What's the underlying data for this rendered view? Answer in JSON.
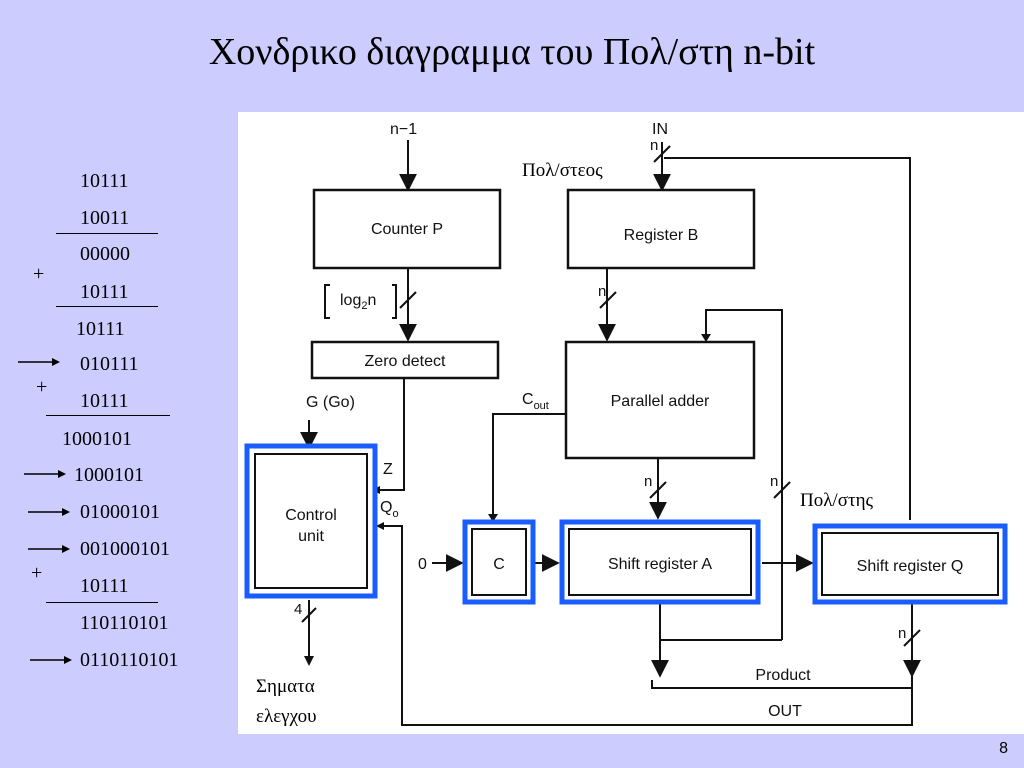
{
  "title": "Χονδρικο διαγραμμα του Πολ/στη n-bit",
  "page_number": "8",
  "multiplication": {
    "rows": [
      "10111",
      "10011",
      "00000",
      "10111",
      "10111",
      "010111",
      "10111",
      "1000101",
      "1000101",
      "01000101",
      "001000101",
      "10111",
      "110110101",
      "0110110101"
    ],
    "plus": "+"
  },
  "diagram": {
    "inputs": {
      "n_minus_1": "n−1",
      "in": "IN",
      "n": "n",
      "zero": "0"
    },
    "blocks": {
      "counter_p": "Counter P",
      "register_b": "Register B",
      "zero_detect": "Zero detect",
      "parallel_adder": "Parallel adder",
      "control_unit_line1": "Control",
      "control_unit_line2": "unit",
      "c": "C",
      "shift_register_a": "Shift register A",
      "shift_register_q": "Shift register Q"
    },
    "signals": {
      "log2n": "log",
      "log2n_sub": "2",
      "log2n_n": "n",
      "g_go": "G (Go)",
      "z": "Z",
      "q0": "Q",
      "q0_sub": "o",
      "cout": "C",
      "cout_sub": "out",
      "four": "4",
      "n": "n"
    },
    "outputs": {
      "product": "Product",
      "out": "OUT"
    },
    "greek_labels": {
      "multiplicand": "Πολ/στεος",
      "multiplier": "Πολ/στης",
      "control_signals_line1": "Σηματα",
      "control_signals_line2": "ελεγχου"
    },
    "colors": {
      "highlight_border": "#1a5cff",
      "background": "#ccccff"
    }
  }
}
